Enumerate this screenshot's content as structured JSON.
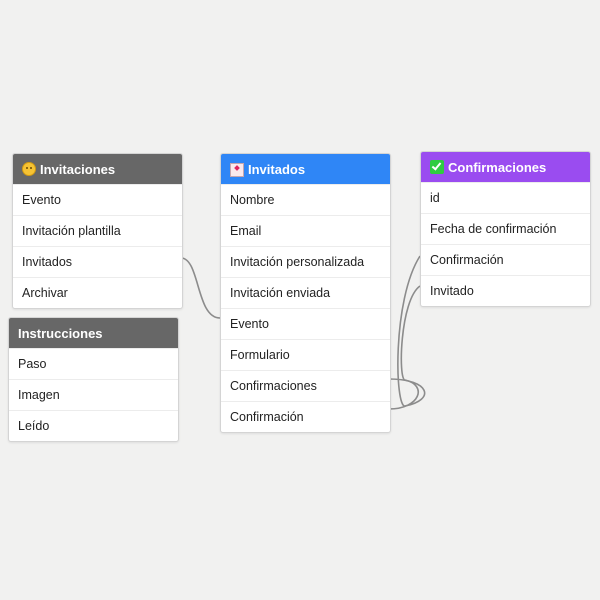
{
  "colors": {
    "background": "#f1f1f0",
    "header_gray": "#676767",
    "header_blue": "#2f86f6",
    "header_purple": "#9a4cf0",
    "link": "#8c8c8c"
  },
  "tables": {
    "invitaciones": {
      "title": "Invitaciones",
      "icon": "smiling-face-icon",
      "fields": [
        "Evento",
        "Invitación plantilla",
        "Invitados",
        "Archivar"
      ]
    },
    "instrucciones": {
      "title": "Instrucciones",
      "fields": [
        "Paso",
        "Imagen",
        "Leído"
      ]
    },
    "invitados": {
      "title": "Invitados",
      "icon": "love-letter-icon",
      "fields": [
        "Nombre",
        "Email",
        "Invitación personalizada",
        "Invitación enviada",
        "Evento",
        "Formulario",
        "Confirmaciones",
        "Confirmación"
      ]
    },
    "confirmaciones": {
      "title": "Confirmaciones",
      "icon": "check-mark-icon",
      "fields": [
        "id",
        "Fecha de confirmación",
        "Confirmación",
        "Invitado"
      ]
    }
  },
  "relations": [
    {
      "from": "Invitaciones.Invitados",
      "to": "Invitados.Evento"
    },
    {
      "from": "Invitados.Confirmaciones",
      "to": "Confirmaciones.Confirmación"
    },
    {
      "from": "Invitados.Confirmación",
      "to": "Confirmaciones.Invitado"
    }
  ]
}
